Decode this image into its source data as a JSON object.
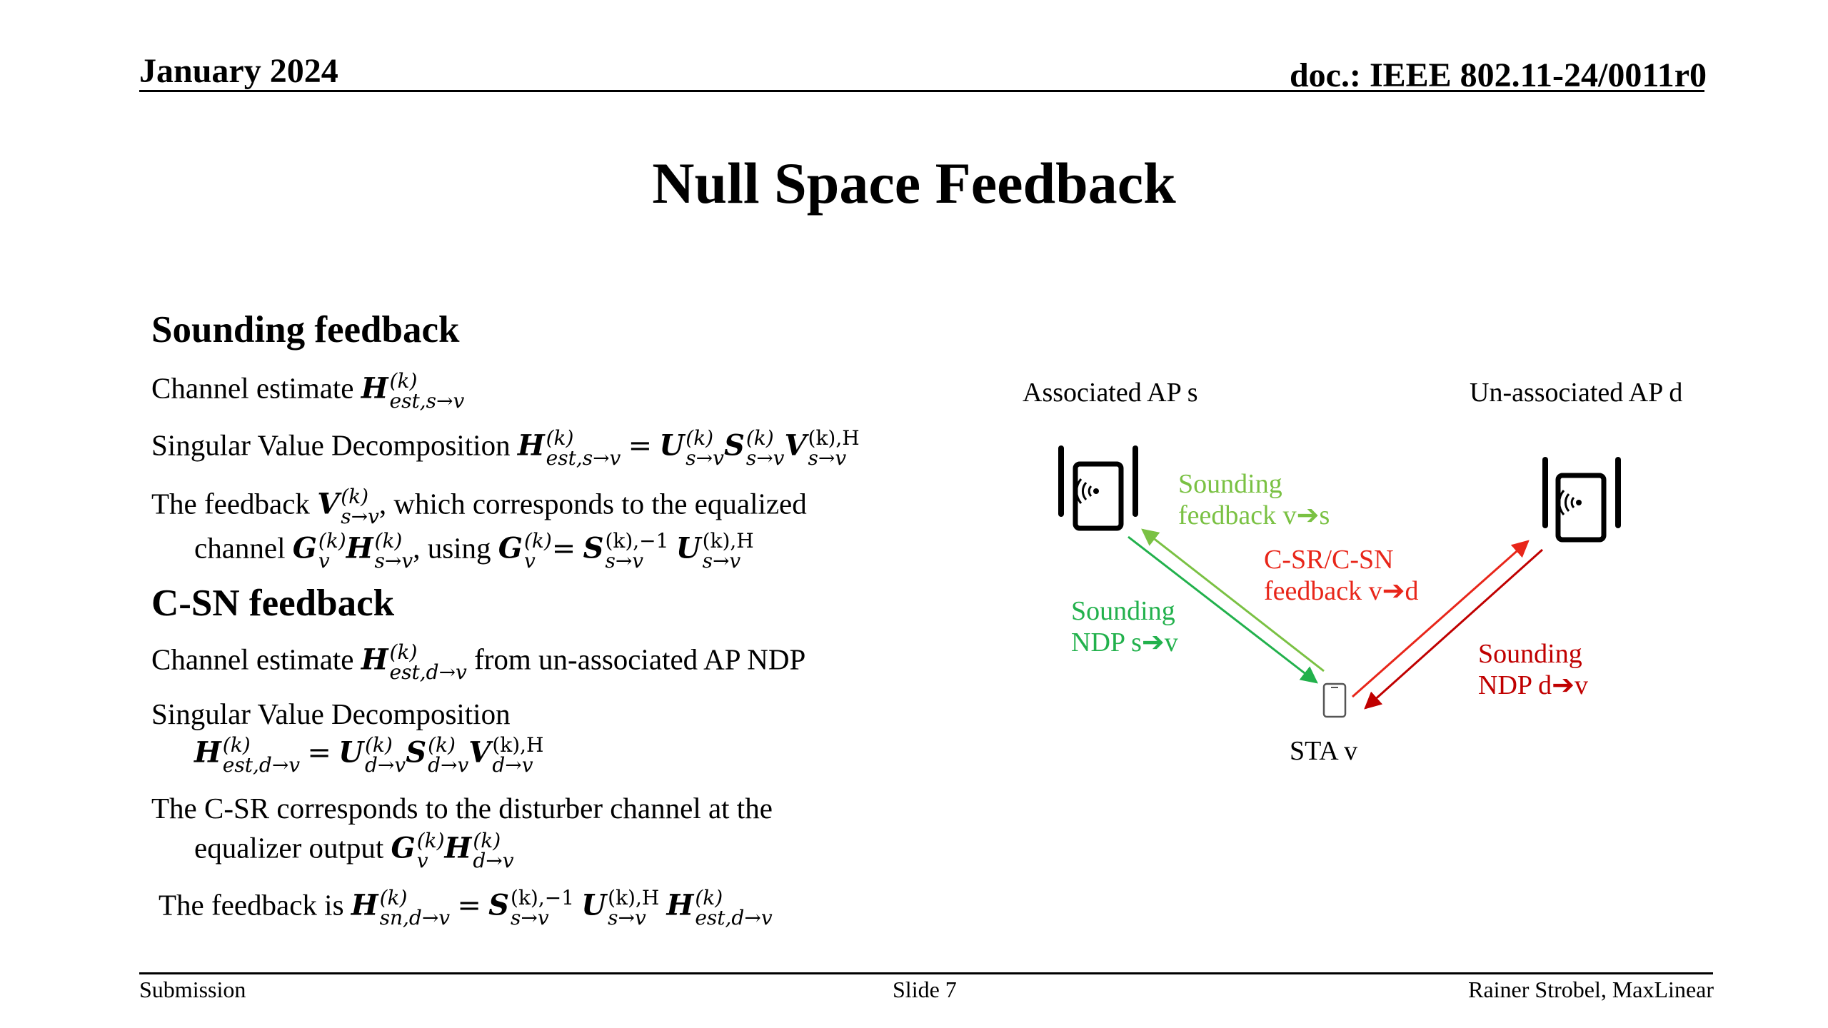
{
  "header": {
    "date": "January 2024",
    "doc": "doc.: IEEE 802.11-24/0011r0"
  },
  "title": "Null Space Feedback",
  "sounding": {
    "heading": "Sounding feedback",
    "line1_text": "Channel estimate",
    "line2_text": "Singular Value Decomposition",
    "line3a": "The feedback",
    "line3b": ", which corresponds to the equalized",
    "line4a": "channel",
    "line4b": ", using"
  },
  "csn": {
    "heading": "C-SN feedback",
    "line1a": "Channel estimate",
    "line1b": "from un-associated AP NDP",
    "line2": "Singular Value Decomposition",
    "line4": "The C-SR corresponds to the disturber channel at the",
    "line5": "equalizer output",
    "line6": "The feedback is"
  },
  "math": {
    "H": "H",
    "U": "U",
    "S": "S",
    "V": "V",
    "G": "G",
    "k": "(k)",
    "kH": "(k),H",
    "km1": "(k),−1",
    "est_sv": "est,s→v",
    "sv": "s→v",
    "v": "v",
    "est_dv": "est,d→v",
    "dv": "d→v",
    "sn_dv": "sn,d→v",
    "eq": "="
  },
  "diagram": {
    "ap_s_label": "Associated AP s",
    "ap_d_label": "Un-associated AP d",
    "sta_label": "STA v",
    "sounding_fb_1": "Sounding",
    "sounding_fb_2": "feedback v➔s",
    "csr_1": "C-SR/C-SN",
    "csr_2": "feedback v➔d",
    "ndp_s_1": "Sounding",
    "ndp_s_2": "NDP s➔v",
    "ndp_d_1": "Sounding",
    "ndp_d_2": "NDP d➔v",
    "colors": {
      "light_green": "#7ac143",
      "green": "#22b14c",
      "red": "#e8261a",
      "dark_red": "#c00000"
    }
  },
  "footer": {
    "left": "Submission",
    "center": "Slide 7",
    "right": "Rainer Strobel, MaxLinear"
  }
}
